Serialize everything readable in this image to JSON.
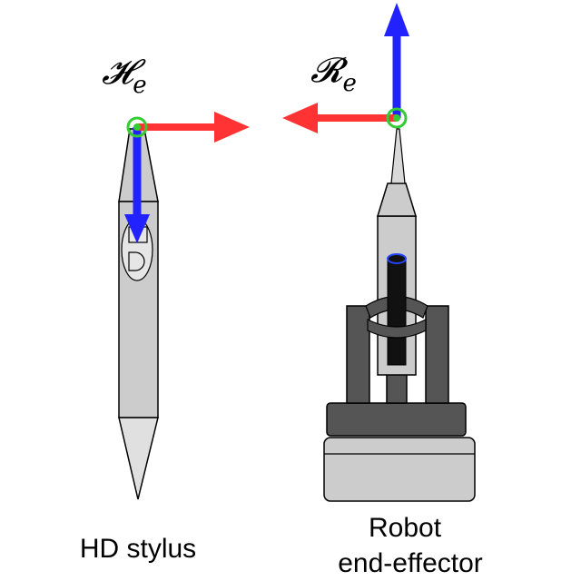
{
  "diagram": {
    "stylus": {
      "frame_symbol": "𝓗",
      "frame_subscript": "e",
      "caption": "HD stylus"
    },
    "robot": {
      "frame_symbol": "𝓡",
      "frame_subscript": "e",
      "caption_line1": "Robot",
      "caption_line2": "end-effector"
    }
  },
  "colors": {
    "x_axis": "#ff3333",
    "z_axis": "#2222ff",
    "origin": "#33cc33",
    "body_light": "#cccccc",
    "body_tip": "#e0e0e0",
    "body_dark": "#555555",
    "body_black": "#111111"
  }
}
